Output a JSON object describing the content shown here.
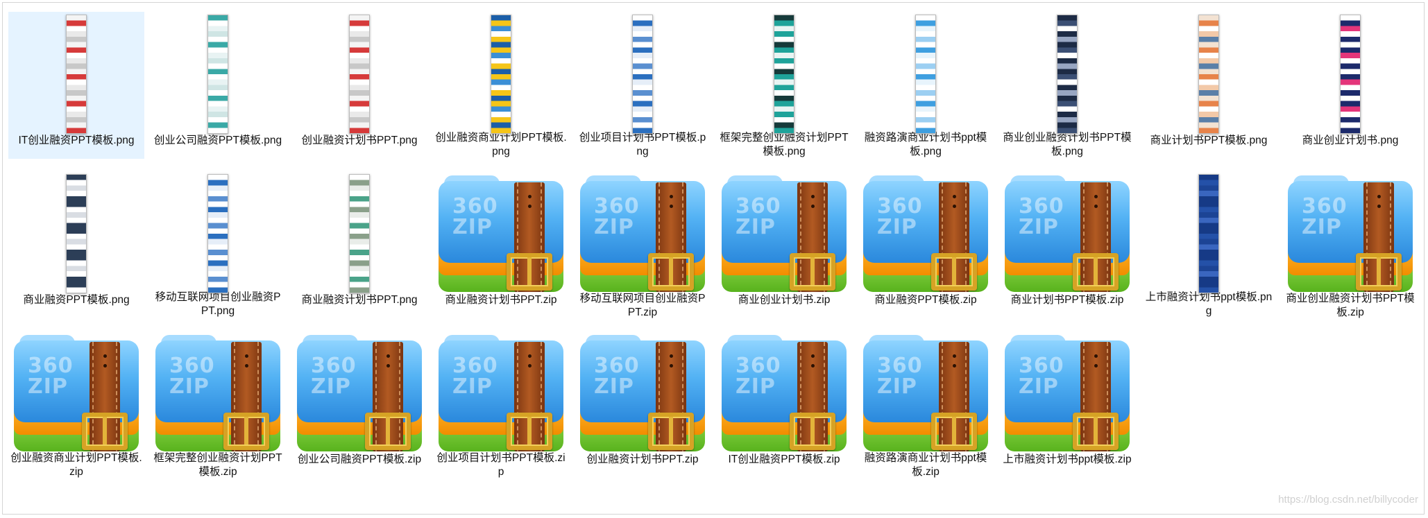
{
  "colors": {
    "selection": "#e5f3ff",
    "zip_blue": "#53b2f4",
    "zip_orange": "#f18d00",
    "zip_green": "#58b21d",
    "strap_brown": "#b25a22",
    "buckle_gold": "#d6a325"
  },
  "zip_icon_label": [
    "360",
    "ZIP"
  ],
  "files": [
    {
      "name": "IT创业融资PPT模板.png",
      "type": "png",
      "selected": true,
      "thumb": "red-white"
    },
    {
      "name": "创业公司融资PPT模板.png",
      "type": "png",
      "thumb": "teal-white"
    },
    {
      "name": "创业融资计划书PPT.png",
      "type": "png",
      "thumb": "red-white"
    },
    {
      "name": "创业融资商业计划PPT模板.png",
      "type": "png",
      "thumb": "blue-yellow"
    },
    {
      "name": "创业项目计划书PPT模板.png",
      "type": "png",
      "thumb": "blue-white"
    },
    {
      "name": "框架完整创业融资计划PPT模板.png",
      "type": "png",
      "thumb": "dark-teal"
    },
    {
      "name": "融资路演商业计划书ppt模板.png",
      "type": "png",
      "thumb": "light-blue"
    },
    {
      "name": "商业创业融资计划书PPT模板.png",
      "type": "png",
      "thumb": "navy"
    },
    {
      "name": "商业计划书PPT模板.png",
      "type": "png",
      "thumb": "orange"
    },
    {
      "name": "商业创业计划书.png",
      "type": "png",
      "thumb": "magenta-navy"
    },
    {
      "name": "商业融资PPT模板.png",
      "type": "png",
      "thumb": "gray-navy"
    },
    {
      "name": "移动互联网项目创业融资PPT.png",
      "type": "png",
      "thumb": "blue-white"
    },
    {
      "name": "商业融资计划书PPT.png",
      "type": "png",
      "thumb": "green-gray"
    },
    {
      "name": "商业融资计划书PPT.zip",
      "type": "zip"
    },
    {
      "name": "移动互联网项目创业融资PPT.zip",
      "type": "zip"
    },
    {
      "name": "商业创业计划书.zip",
      "type": "zip"
    },
    {
      "name": "商业融资PPT模板.zip",
      "type": "zip"
    },
    {
      "name": "商业计划书PPT模板.zip",
      "type": "zip"
    },
    {
      "name": "上市融资计划书ppt模板.png",
      "type": "png",
      "thumb": "deep-blue"
    },
    {
      "name": "商业创业融资计划书PPT模板.zip",
      "type": "zip"
    },
    {
      "name": "创业融资商业计划PPT模板.zip",
      "type": "zip"
    },
    {
      "name": "框架完整创业融资计划PPT模板.zip",
      "type": "zip"
    },
    {
      "name": "创业公司融资PPT模板.zip",
      "type": "zip"
    },
    {
      "name": "创业项目计划书PPT模板.zip",
      "type": "zip"
    },
    {
      "name": "创业融资计划书PPT.zip",
      "type": "zip"
    },
    {
      "name": "IT创业融资PPT模板.zip",
      "type": "zip"
    },
    {
      "name": "融资路演商业计划书ppt模板.zip",
      "type": "zip"
    },
    {
      "name": "上市融资计划书ppt模板.zip",
      "type": "zip"
    }
  ],
  "watermark": "https://blog.csdn.net/billycoder"
}
